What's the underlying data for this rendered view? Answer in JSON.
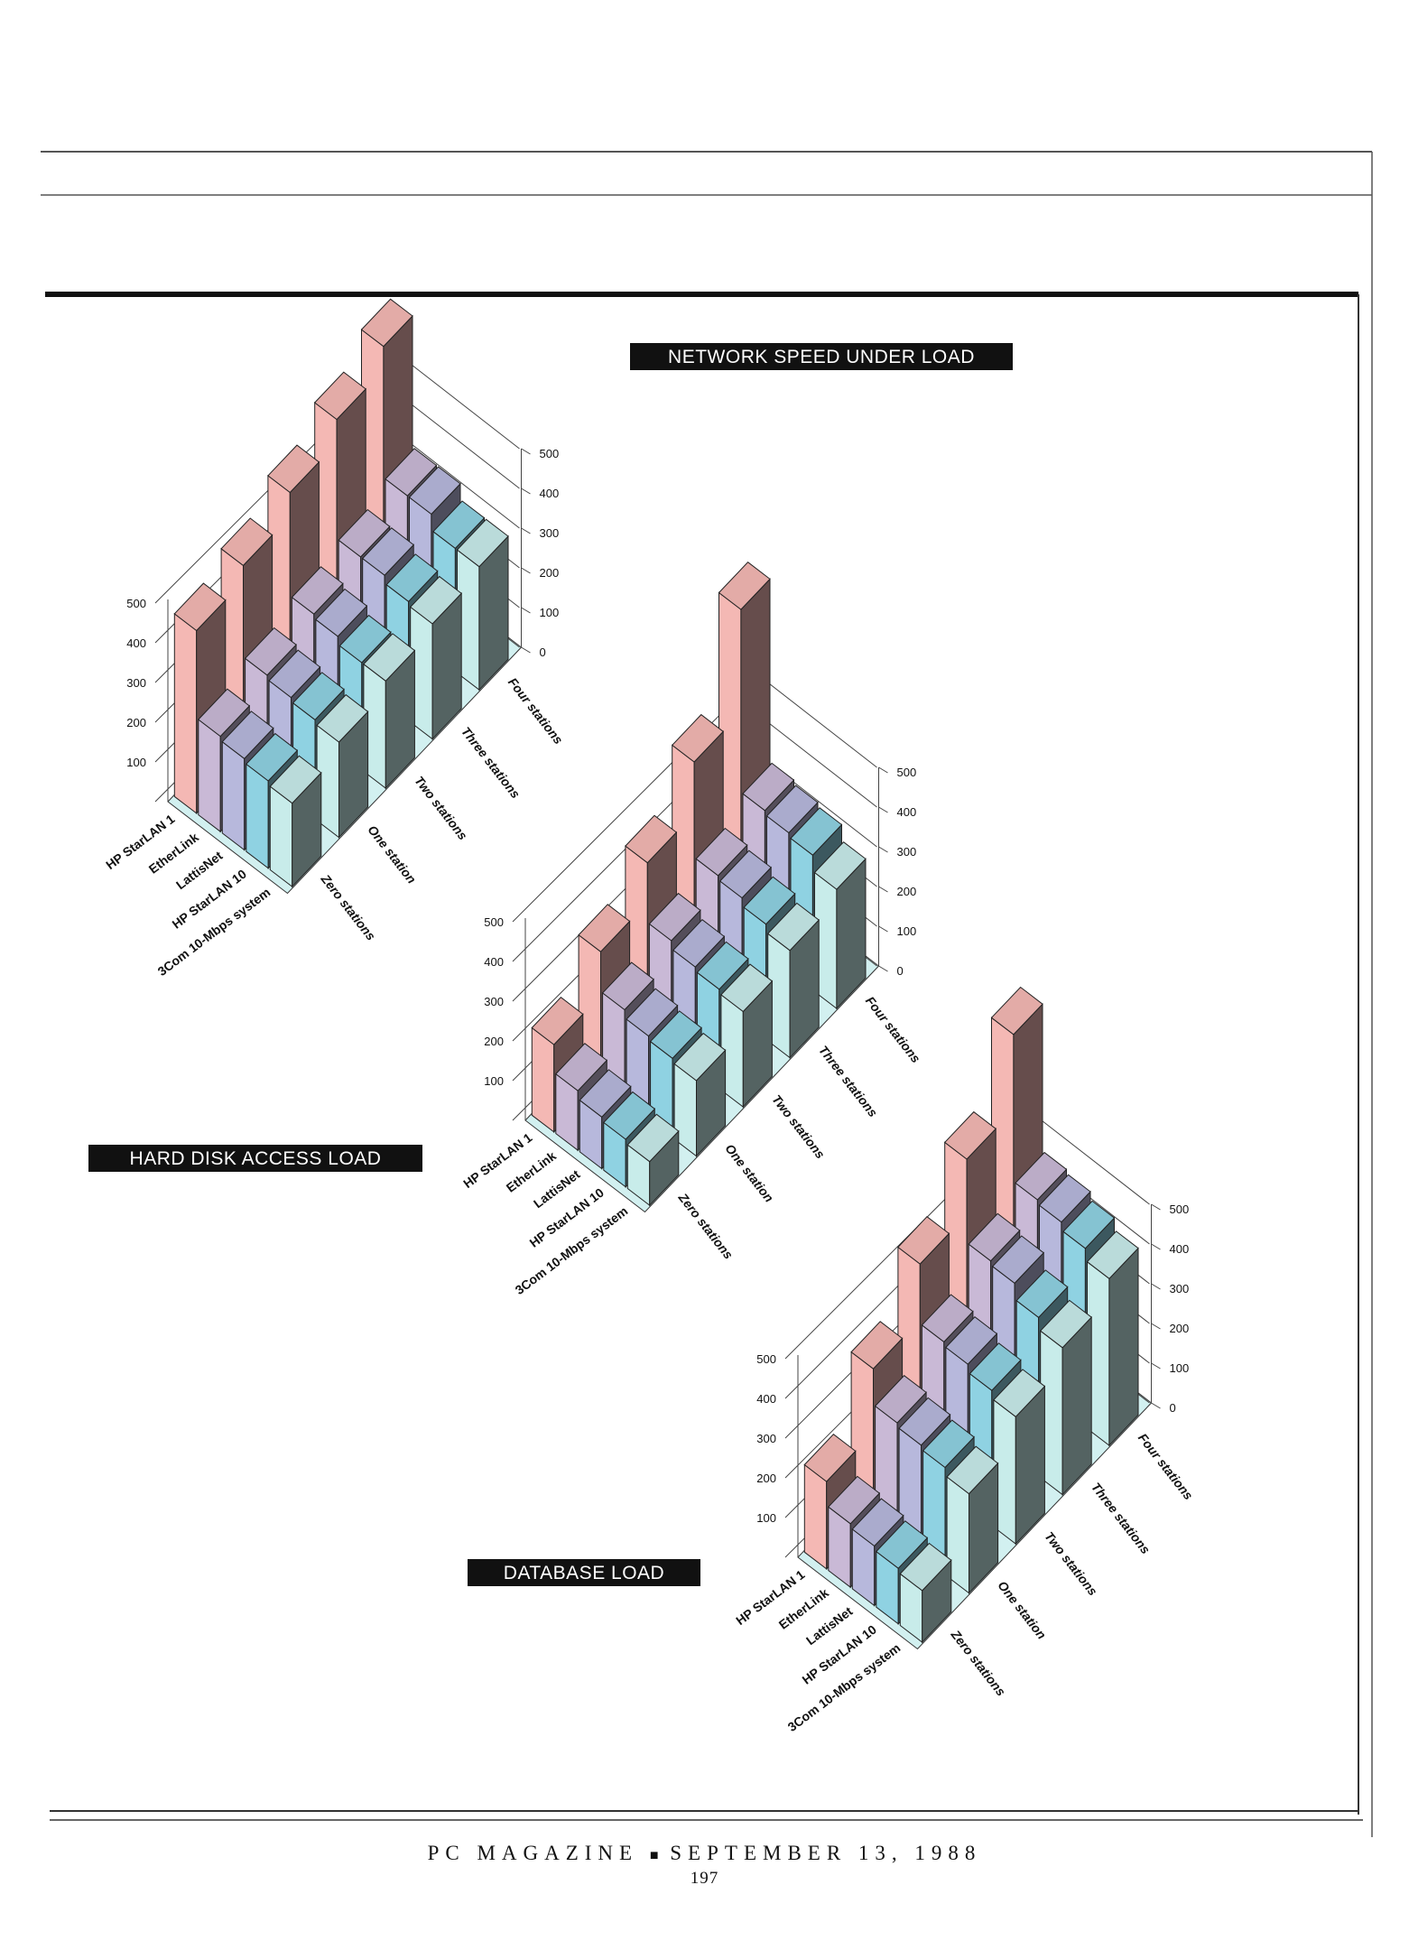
{
  "footer": {
    "magazine": "PC MAGAZINE",
    "separator": "■",
    "date": "SEPTEMBER 13, 1988",
    "page": "197"
  },
  "colors": {
    "series": [
      "#f4b8b4",
      "#c9b9d6",
      "#b7b8dc",
      "#8fd2e2",
      "#c8ecea"
    ],
    "floor": "#d2f0f0",
    "label_box": "#111111"
  },
  "chart_data": [
    {
      "type": "bar",
      "title": "NETWORK SPEED UNDER LOAD",
      "categories": [
        "Zero stations",
        "One station",
        "Two stations",
        "Three stations",
        "Four stations"
      ],
      "series": [
        {
          "name": "HP StarLAN 1",
          "values": [
            460,
            500,
            560,
            620,
            680
          ]
        },
        {
          "name": "EtherLink",
          "values": [
            240,
            270,
            300,
            320,
            350
          ]
        },
        {
          "name": "LattisNet",
          "values": [
            230,
            260,
            290,
            320,
            350
          ]
        },
        {
          "name": "HP StarLAN 10",
          "values": [
            220,
            250,
            270,
            300,
            310
          ]
        },
        {
          "name": "3Com 10-Mbps system",
          "values": [
            210,
            240,
            270,
            290,
            310
          ]
        }
      ],
      "ylim": [
        0,
        500
      ],
      "yticks": [
        "100",
        "200",
        "300",
        "400",
        "500"
      ],
      "yticks_right": [
        "0",
        "100",
        "200",
        "300",
        "400",
        "500"
      ]
    },
    {
      "type": "bar",
      "title": "HARD DISK ACCESS LOAD",
      "categories": [
        "Zero stations",
        "One station",
        "Two stations",
        "Three stations",
        "Four stations"
      ],
      "series": [
        {
          "name": "HP StarLAN 1",
          "values": [
            220,
            330,
            430,
            560,
            820
          ]
        },
        {
          "name": "EtherLink",
          "values": [
            150,
            230,
            280,
            320,
            360
          ]
        },
        {
          "name": "LattisNet",
          "values": [
            130,
            210,
            260,
            310,
            350
          ]
        },
        {
          "name": "HP StarLAN 10",
          "values": [
            120,
            200,
            250,
            290,
            340
          ]
        },
        {
          "name": "3Com 10-Mbps system",
          "values": [
            110,
            190,
            240,
            270,
            300
          ]
        }
      ],
      "ylim": [
        0,
        500
      ],
      "yticks": [
        "100",
        "200",
        "300",
        "400",
        "500"
      ],
      "yticks_right": [
        "0",
        "100",
        "200",
        "300",
        "400",
        "500"
      ]
    },
    {
      "type": "bar",
      "title": "DATABASE LOAD",
      "categories": [
        "Zero stations",
        "One station",
        "Two stations",
        "Three stations",
        "Four stations"
      ],
      "series": [
        {
          "name": "HP StarLAN 1",
          "values": [
            220,
            380,
            520,
            660,
            850
          ]
        },
        {
          "name": "EtherLink",
          "values": [
            160,
            290,
            370,
            450,
            480
          ]
        },
        {
          "name": "LattisNet",
          "values": [
            150,
            280,
            360,
            440,
            470
          ]
        },
        {
          "name": "HP StarLAN 10",
          "values": [
            140,
            270,
            340,
            400,
            450
          ]
        },
        {
          "name": "3Com 10-Mbps system",
          "values": [
            130,
            250,
            320,
            370,
            420
          ]
        }
      ],
      "ylim": [
        0,
        500
      ],
      "yticks": [
        "100",
        "200",
        "300",
        "400",
        "500"
      ],
      "yticks_right": [
        "0",
        "100",
        "200",
        "300",
        "400",
        "500"
      ]
    }
  ]
}
